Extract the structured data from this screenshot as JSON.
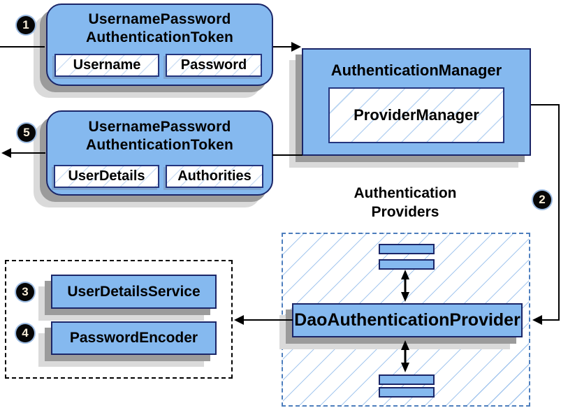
{
  "steps": {
    "s1": "1",
    "s2": "2",
    "s3": "3",
    "s4": "4",
    "s5": "5"
  },
  "nodes": {
    "token_in": {
      "title1": "UsernamePassword",
      "title2": "AuthenticationToken",
      "field1": "Username",
      "field2": "Password"
    },
    "auth_manager": {
      "title": "AuthenticationManager",
      "inner": "ProviderManager"
    },
    "token_out": {
      "title1": "UsernamePassword",
      "title2": "AuthenticationToken",
      "field1": "UserDetails",
      "field2": "Authorities"
    },
    "providers_group": {
      "label1": "Authentication",
      "label2": "Providers"
    },
    "dao_provider": {
      "title": "DaoAuthenticationProvider"
    },
    "services": {
      "item1": "UserDetailsService",
      "item2": "PasswordEncoder"
    }
  },
  "colors": {
    "box_fill": "#85b9ef",
    "box_border": "#1b2668",
    "hatch_line": "#b9d4f2",
    "providers_dashed_border": "#4d7ebd",
    "services_dashed_border": "#000000",
    "shadow_dark": "#9b9b9b",
    "shadow_light": "#dadada",
    "connector": "#000000",
    "badge_bg": "#060606",
    "badge_text": "#f7edd8"
  }
}
